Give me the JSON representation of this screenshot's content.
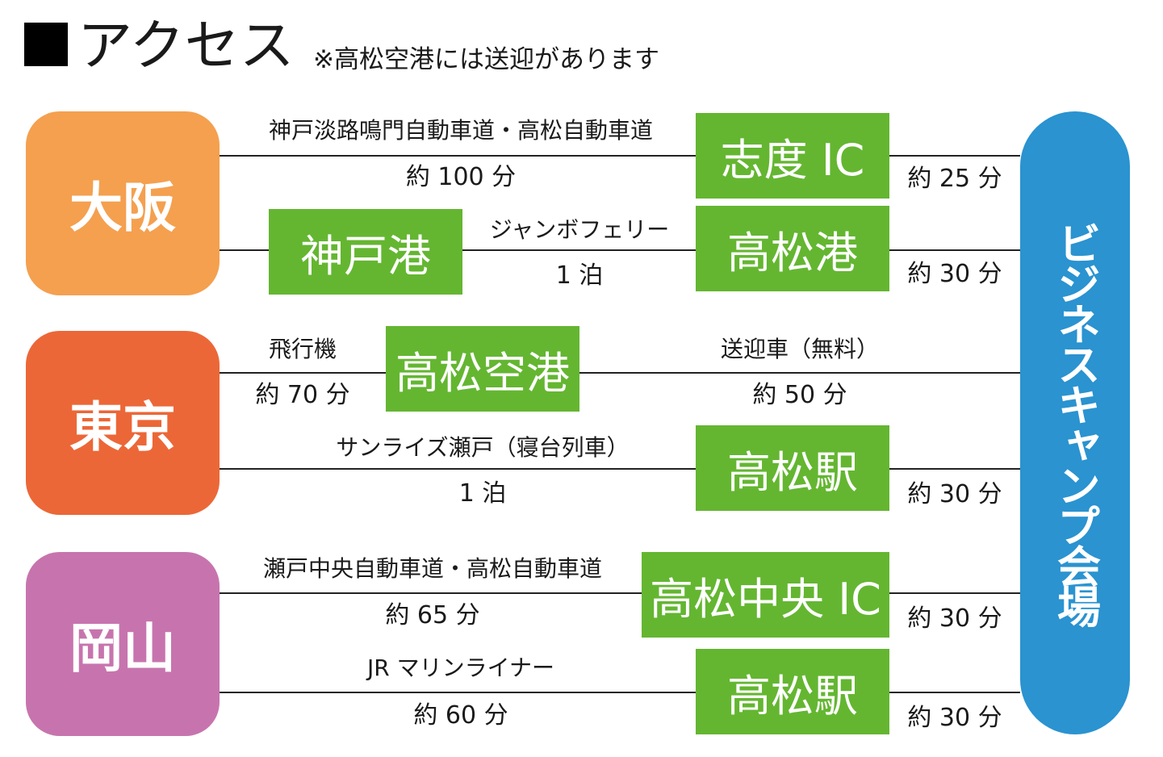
{
  "header": {
    "title": "アクセス",
    "note": "※高松空港には送迎があります"
  },
  "colors": {
    "osaka": "#F4A04F",
    "tokyo": "#EC6737",
    "okayama": "#C774AE",
    "venue": "#2A93D0",
    "station": "#64B631"
  },
  "origins": {
    "osaka": "大阪",
    "tokyo": "東京",
    "okayama": "岡山"
  },
  "venue": "ビジネスキャンプ会場",
  "stations": {
    "shido_ic": "志度 IC",
    "kobe_port": "神戸港",
    "takamatsu_port": "高松港",
    "takamatsu_airport": "高松空港",
    "takamatsu_station_1": "高松駅",
    "takamatsu_chuo_ic": "高松中央 IC",
    "takamatsu_station_2": "高松駅"
  },
  "routes": {
    "osaka_highway": {
      "name": "神戸淡路鳴門自動車道・高松自動車道",
      "time": "約 100 分",
      "last_leg": "約 25 分"
    },
    "osaka_ferry": {
      "name": "ジャンボフェリー",
      "time": "1 泊",
      "last_leg": "約 30 分"
    },
    "tokyo_air": {
      "name": "飛行機",
      "time": "約 70 分",
      "shuttle": "送迎車（無料）",
      "shuttle_time": "約 50 分"
    },
    "tokyo_train": {
      "name": "サンライズ瀬戸（寝台列車）",
      "time": "1 泊",
      "last_leg": "約 30 分"
    },
    "okayama_highway": {
      "name": "瀬戸中央自動車道・高松自動車道",
      "time": "約 65 分",
      "last_leg": "約 30 分"
    },
    "okayama_train": {
      "name": "JR マリンライナー",
      "time": "約 60 分",
      "last_leg": "約 30 分"
    }
  }
}
